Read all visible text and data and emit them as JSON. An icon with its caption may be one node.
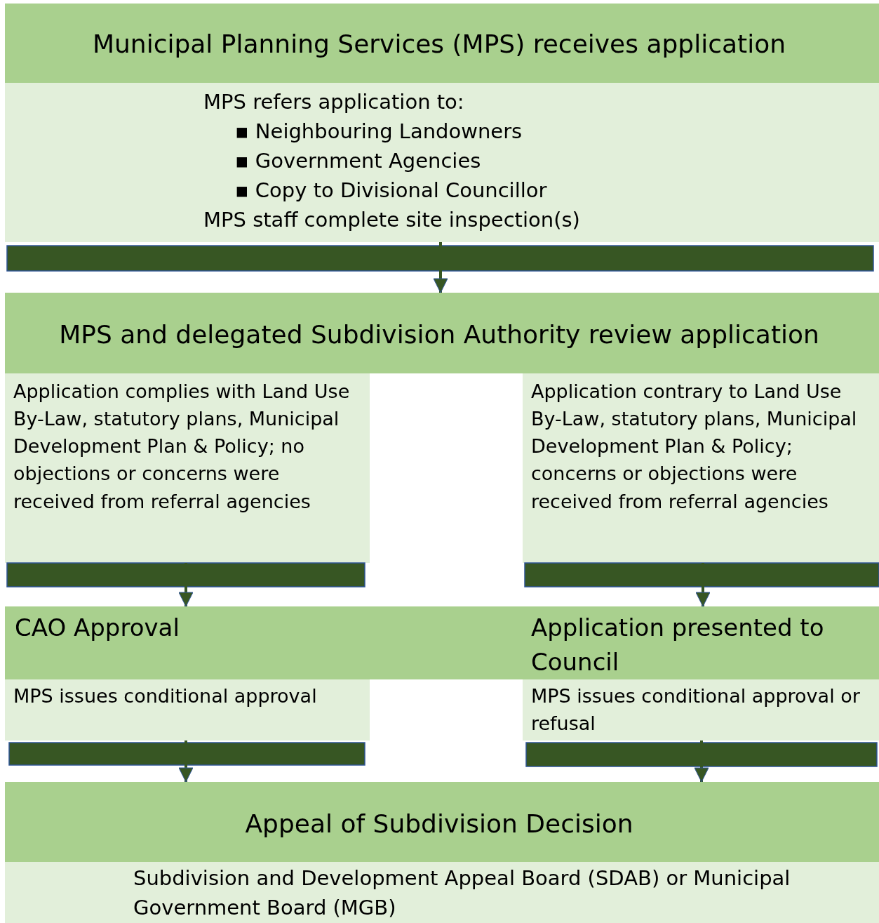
{
  "diagram": {
    "nodes": [
      {
        "text": [
          "Municipal Planning Services (MPS) receives application"
        ]
      },
      {
        "text": [
          "MPS refers application to:",
          "▪ Neighbouring Landowners",
          "▪ Government Agencies",
          "▪ Copy to Divisional Councillor",
          "MPS staff complete site inspection(s)"
        ]
      },
      {
        "text": [
          "MPS and delegated Subdivision Authority review application"
        ]
      },
      {
        "text": [
          "Application complies with Land Use By-Law, statutory plans, Municipal Development Plan & Policy; no objections or concerns were received from referral agencies"
        ]
      },
      {
        "text": [
          "Application contrary to Land Use By-Law, statutory plans, Municipal Development Plan & Policy; concerns or objections were received from referral agencies"
        ]
      },
      {
        "text": [
          "CAO Approval"
        ]
      },
      {
        "text": [
          "Application presented to Council"
        ]
      },
      {
        "text": [
          "MPS issues conditional approval"
        ]
      },
      {
        "text": [
          "MPS issues conditional approval or refusal"
        ]
      },
      {
        "text": [
          "Appeal of Subdivision Decision"
        ]
      },
      {
        "text": [
          "Subdivision and Development Appeal Board (SDAB) or Municipal Government Board (MGB)"
        ]
      }
    ],
    "edges": [
      {
        "from": 1,
        "to": 2,
        "arrow": "to"
      },
      {
        "from": 3,
        "to": 5,
        "arrow": "to"
      },
      {
        "from": 4,
        "to": 6,
        "arrow": "to"
      },
      {
        "from": 7,
        "to": 9,
        "arrow": "to"
      },
      {
        "from": 8,
        "to": 9,
        "arrow": "to"
      }
    ]
  }
}
